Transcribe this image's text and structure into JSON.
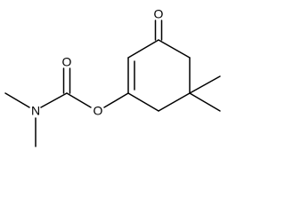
{
  "molecule": {
    "atom_labels": {
      "ketone_oxygen": "O",
      "carbonyl_oxygen": "O",
      "ester_oxygen": "O",
      "amine_nitrogen": "N"
    },
    "colors": {
      "bond": "#000000",
      "label": "#000000",
      "background": "#ffffff"
    }
  }
}
